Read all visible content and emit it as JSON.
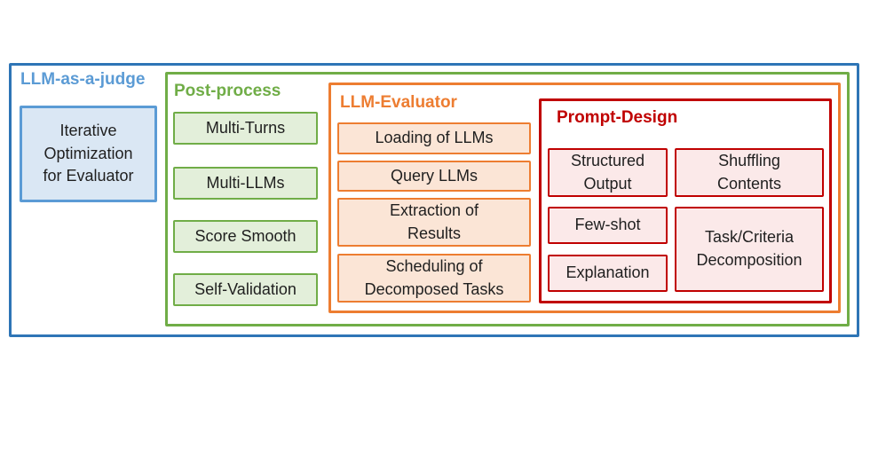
{
  "colors": {
    "blue_border": "#2E75B6",
    "blue_title": "#5B9BD5",
    "blue_fill": "#DAE7F4",
    "green": "#70AD47",
    "green_fill": "#E3EFDA",
    "orange": "#ED7D31",
    "orange_fill": "#FBE5D6",
    "red": "#C00000",
    "red_fill": "#FBE9E9",
    "text": "#1F1F1F",
    "background": "#FFFFFF"
  },
  "judge": {
    "title": "LLM-as-a-judge",
    "iterative_box": {
      "label": "Iterative Optimization for Evaluator",
      "lines": [
        "Iterative",
        "Optimization",
        "for Evaluator"
      ]
    }
  },
  "post_process": {
    "title": "Post-process",
    "items": [
      {
        "label": "Multi-Turns",
        "lines": [
          "Multi-Turns"
        ]
      },
      {
        "label": "Multi-LLMs",
        "lines": [
          "Multi-LLMs"
        ]
      },
      {
        "label": "Score Smooth",
        "lines": [
          "Score Smooth"
        ]
      },
      {
        "label": "Self-Validation",
        "lines": [
          "Self-Validation"
        ]
      }
    ]
  },
  "llm_evaluator": {
    "title": "LLM-Evaluator",
    "items": [
      {
        "label": "Loading of LLMs",
        "lines": [
          "Loading of LLMs"
        ]
      },
      {
        "label": "Query LLMs",
        "lines": [
          "Query LLMs"
        ]
      },
      {
        "label": "Extraction of Results",
        "lines": [
          "Extraction of",
          "Results"
        ]
      },
      {
        "label": "Scheduling of Decomposed Tasks",
        "lines": [
          "Scheduling of",
          "Decomposed Tasks"
        ]
      }
    ]
  },
  "prompt_design": {
    "title": "Prompt-Design",
    "items": [
      {
        "label": "Structured Output",
        "lines": [
          "Structured",
          "Output"
        ]
      },
      {
        "label": "Shuffling Contents",
        "lines": [
          "Shuffling",
          "Contents"
        ]
      },
      {
        "label": "Few-shot",
        "lines": [
          "Few-shot"
        ]
      },
      {
        "label": "Explanation",
        "lines": [
          "Explanation"
        ]
      },
      {
        "label": "Task/Criteria Decomposition",
        "lines": [
          "Task/Criteria",
          "Decomposition"
        ]
      }
    ]
  }
}
